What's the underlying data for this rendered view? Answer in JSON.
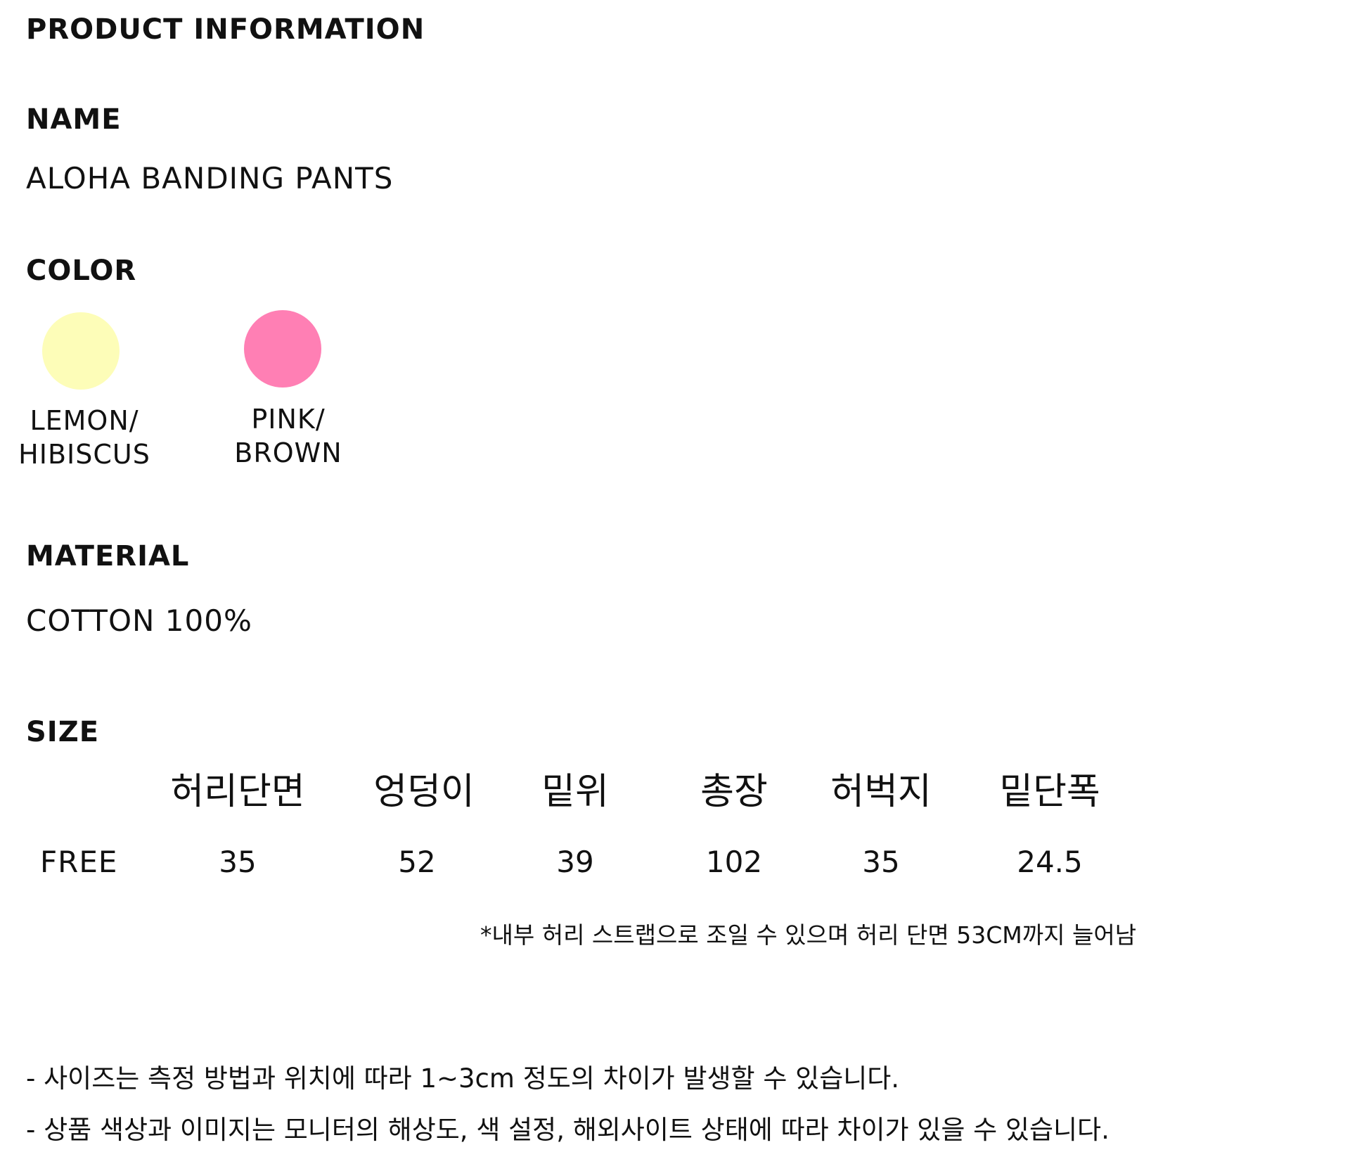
{
  "title": "PRODUCT INFORMATION",
  "name": {
    "heading": "NAME",
    "value": "ALOHA BANDING PANTS"
  },
  "color": {
    "heading": "COLOR",
    "options": [
      {
        "line1": "LEMON/",
        "line2": "HIBISCUS",
        "hex": "#FDFDB8"
      },
      {
        "line1": "PINK/",
        "line2": "BROWN",
        "hex": "#FF7FB4"
      }
    ]
  },
  "material": {
    "heading": "MATERIAL",
    "value": "COTTON 100%"
  },
  "size": {
    "heading": "SIZE",
    "columns": [
      "허리단면",
      "엉덩이",
      "밑위",
      "총장",
      "허벅지",
      "밑단폭"
    ],
    "rows": [
      {
        "label": "FREE",
        "values": [
          "35",
          "52",
          "39",
          "102",
          "35",
          "24.5"
        ]
      }
    ],
    "note": "*내부 허리 스트랩으로 조일 수 있으며 허리 단면 53CM까지 늘어남"
  },
  "notices": [
    "- 사이즈는 측정 방법과 위치에 따라 1~3cm 정도의 차이가 발생할 수 있습니다.",
    "- 상품 색상과 이미지는 모니터의 해상도, 색 설정, 해외사이트 상태에 따라 차이가 있을 수 있습니다."
  ]
}
